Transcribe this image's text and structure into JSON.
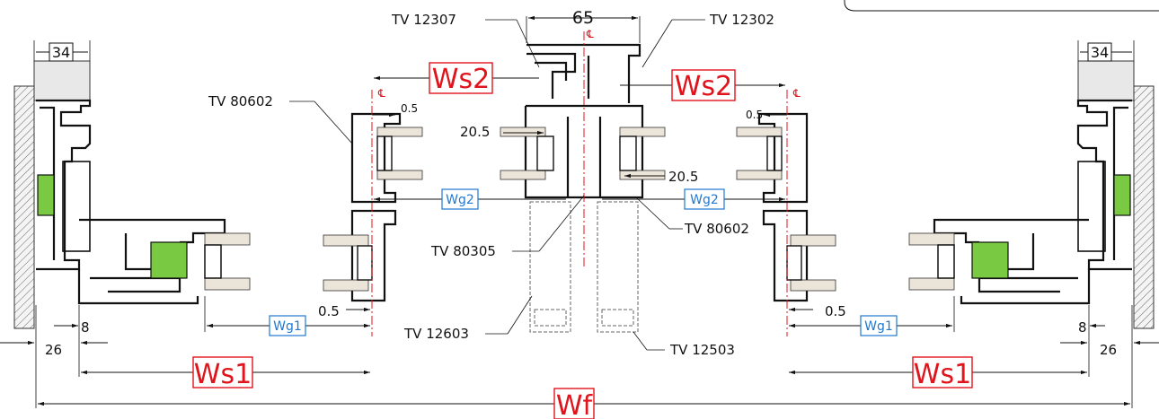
{
  "labels": {
    "tv_12307": "TV 12307",
    "tv_12302": "TV 12302",
    "tv_80602_left": "TV 80602",
    "tv_80602_right": "TV 80602",
    "tv_80305": "TV 80305",
    "tv_12603": "TV 12603",
    "tv_12503": "TV 12503"
  },
  "dimensions": {
    "d65": "65",
    "d34_left": "34",
    "d34_right": "34",
    "d05_top_left": "0.5",
    "d05_top_right": "0.5",
    "d205_left": "20.5",
    "d205_right": "20.5",
    "d05_bottom_left": "0.5",
    "d05_bottom_right": "0.5",
    "d8_left": "8",
    "d8_right": "8",
    "d26_left": "26",
    "d26_right": "26"
  },
  "boxes": {
    "ws2_left": "Ws2",
    "ws2_right": "Ws2",
    "ws1_left": "Ws1",
    "ws1_right": "Ws1",
    "wf": "Wf",
    "wg2_left": "Wg2",
    "wg2_right": "Wg2",
    "wg1_left": "Wg1",
    "wg1_right": "Wg1"
  },
  "centerline_symbol": "℄",
  "colors": {
    "red": "#e0141c",
    "blue": "#1f78d1",
    "green": "#7ac943",
    "glass": "#ebe4d8"
  }
}
